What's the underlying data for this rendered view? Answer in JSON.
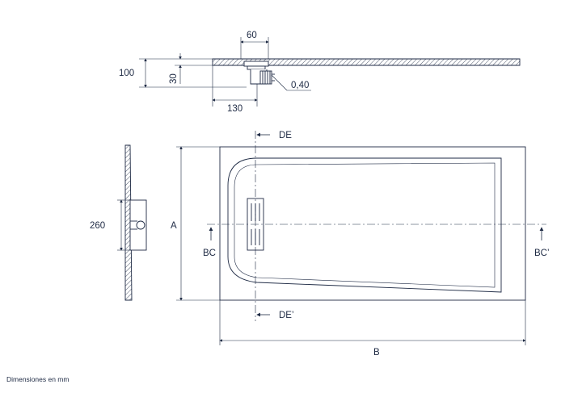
{
  "section_top": {
    "dim_width_drain": "60",
    "dim_total_height": "100",
    "dim_tray_thickness": "30",
    "dim_slope": "0,40",
    "dim_drain_offset": "130"
  },
  "plan": {
    "label_de": "DE",
    "label_de_prime": "DE’",
    "label_bc": "BC",
    "label_bc_prime": "BC’",
    "label_a": "A",
    "label_b": "B"
  },
  "section_side": {
    "dim_drain_height": "260"
  },
  "caption": "Dimensiones en mm",
  "colors": {
    "ink": "#1e2a44",
    "hatch": "#1e2a44"
  }
}
